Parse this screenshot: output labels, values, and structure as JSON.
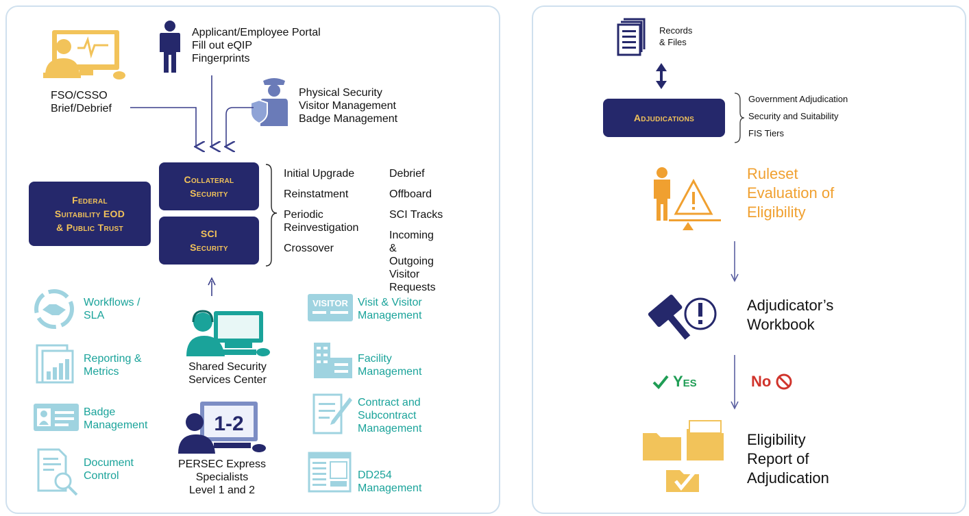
{
  "left": {
    "portal_lines": [
      "Applicant/Employee Portal",
      "Fill out eQIP",
      "Fingerprints"
    ],
    "fso_lines": [
      "FSO/CSSO",
      "Brief/Debrief"
    ],
    "physical_lines": [
      "Physical Security",
      "Visitor Management",
      "Badge Management"
    ],
    "federal_box": [
      "Federal",
      "Suitability EOD",
      "& Public Trust"
    ],
    "collateral_box": [
      "Collateral",
      "Security"
    ],
    "sci_box": [
      "SCI",
      "Security"
    ],
    "actions_col1": [
      "Initial Upgrade",
      "Reinstatment",
      "Periodic Reinvestigation",
      "Crossover"
    ],
    "actions_col2": [
      "Debrief",
      "Offboard",
      "SCI Tracks",
      "Incoming & Outgoing Visitor Requests"
    ],
    "features_left": [
      {
        "label": "Workflows / SLA",
        "icon": "handshake-icon"
      },
      {
        "label": "Reporting & Metrics",
        "icon": "bar-chart-icon"
      },
      {
        "label": "Badge Management",
        "icon": "id-badge-icon"
      },
      {
        "label": "Document Control",
        "icon": "document-search-icon"
      }
    ],
    "center_services": "Shared Security Services Center",
    "center_persec": [
      "PERSEC Express",
      "Specialists",
      "Level 1 and 2"
    ],
    "persec_badge": "1-2",
    "visitor_badge": "VISITOR",
    "features_right": [
      {
        "label": "Visit & Visitor Management",
        "icon": "visitor-badge-icon"
      },
      {
        "label": "Facility Management",
        "icon": "building-icon"
      },
      {
        "label": "Contract and Subcontract Management",
        "icon": "contract-edit-icon"
      },
      {
        "label": "DD254 Management",
        "icon": "form-icon"
      }
    ]
  },
  "right": {
    "records": [
      "Records",
      "& Files"
    ],
    "adjudications_box": "Adjudications",
    "adjudication_notes": [
      "Government Adjudication",
      "Security and Suitability",
      "FIS Tiers"
    ],
    "ruleset": [
      "Ruleset",
      "Evaluation of",
      "Eligibility"
    ],
    "workbook": [
      "Adjudicator’s",
      "Workbook"
    ],
    "yes_label": "Yes",
    "no_label": "No",
    "report": [
      "Eligibility",
      "Report of",
      "Adjudication"
    ]
  },
  "colors": {
    "navy": "#25286b",
    "gold": "#f2c35a",
    "teal": "#1aa39a",
    "orange": "#f0a030",
    "icon_blue": "#3a3f9a",
    "light_teal": "#9fd3e0"
  }
}
